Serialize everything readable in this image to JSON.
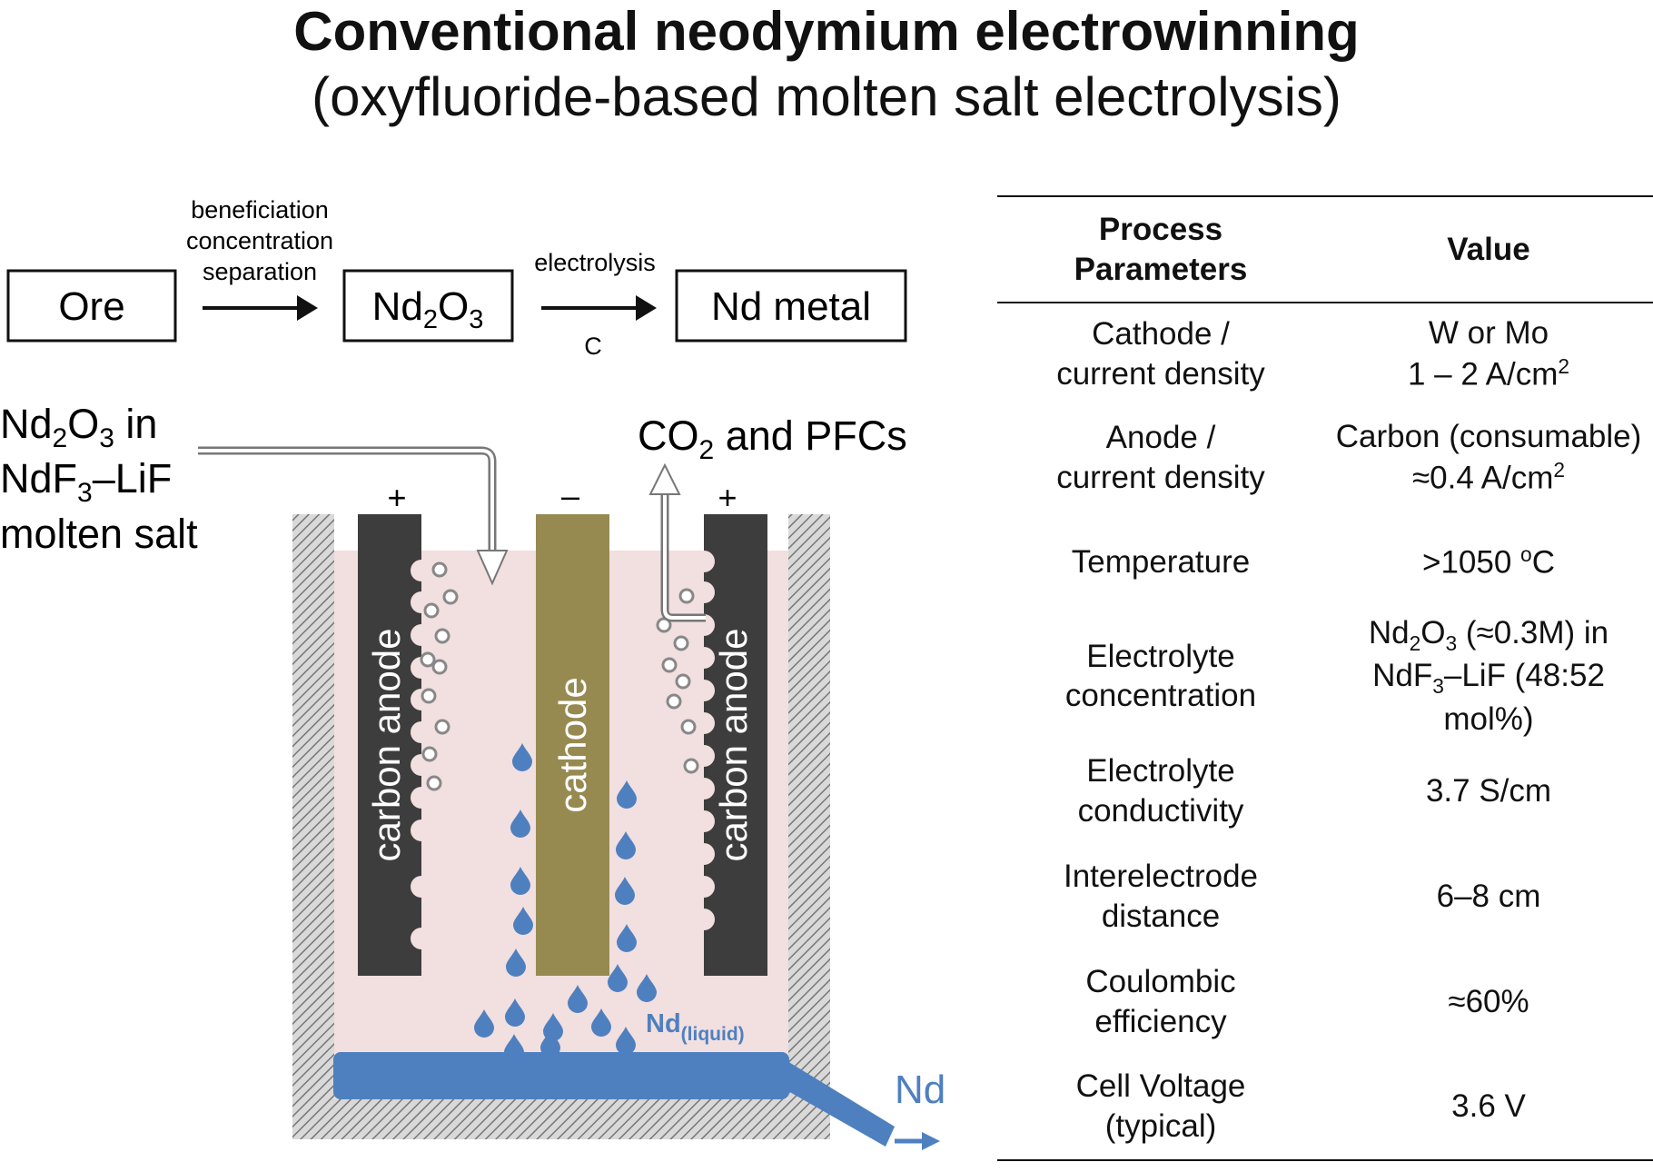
{
  "title": "Conventional neodymium electrowinning",
  "subtitle": "(oxyfluoride-based molten salt electrolysis)",
  "flow": {
    "ore": "Ore",
    "oxide_main": "Nd",
    "oxide_sub1": "2",
    "oxide_mid": "O",
    "oxide_sub2": "3",
    "metal": "Nd metal",
    "step1_line1": "beneficiation",
    "step1_line2": "concentration",
    "step1_line3": "separation",
    "step2_top": "electrolysis",
    "step2_bottom": "C"
  },
  "cell": {
    "feed_line1_a": "Nd",
    "feed_line1_sub1": "2",
    "feed_line1_b": "O",
    "feed_line1_sub2": "3",
    "feed_line1_c": " in",
    "feed_line2_a": "NdF",
    "feed_line2_sub": "3",
    "feed_line2_b": "–LiF",
    "feed_line3": "molten salt",
    "gas_a": "CO",
    "gas_sub": "2",
    "gas_b": " and PFCs",
    "plus_left": "+",
    "minus": "–",
    "plus_right": "+",
    "anode_left": "carbon anode",
    "anode_right": "carbon anode",
    "cathode": "cathode",
    "nd_liquid_main": "Nd",
    "nd_liquid_sub": "(liquid)",
    "nd_out": "Nd"
  },
  "table": {
    "header_param": [
      "Process",
      "Parameters"
    ],
    "header_value": "Value",
    "rows": [
      {
        "param": [
          "Cathode /",
          "current density"
        ],
        "value": [
          "W or Mo",
          "1 – 2 A/cm",
          "2"
        ]
      },
      {
        "param": [
          "Anode /",
          "current density"
        ],
        "value": [
          "Carbon (consumable)",
          "≈0.4 A/cm",
          "2"
        ]
      },
      {
        "param": [
          "Temperature"
        ],
        "value": [
          ">1050 ",
          "o",
          "C"
        ]
      },
      {
        "param": [
          "Electrolyte",
          "concentration"
        ],
        "value": [
          "Nd",
          "2",
          "O",
          "3",
          " (≈0.3M) in",
          "NdF",
          "3",
          "–LiF (48:52 mol%)"
        ]
      },
      {
        "param": [
          "Electrolyte",
          "conductivity"
        ],
        "value": [
          "3.7 S/cm"
        ]
      },
      {
        "param": [
          "Interelectrode",
          "distance"
        ],
        "value": [
          "6–8 cm"
        ]
      },
      {
        "param": [
          "Coulombic",
          "efficiency"
        ],
        "value": [
          "≈60%"
        ]
      },
      {
        "param": [
          "Cell Voltage",
          "(typical)"
        ],
        "value": [
          "3.6 V"
        ]
      }
    ]
  },
  "colors": {
    "salt": "#f2dfdf",
    "anode": "#3d3d3d",
    "cathode": "#978a51",
    "metal": "#4e80c0",
    "wall_hatch": "#777777"
  }
}
